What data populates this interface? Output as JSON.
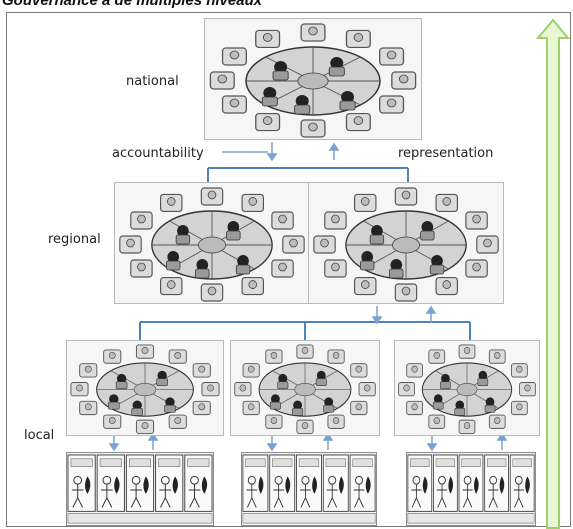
{
  "title": "Gouvernance à de multiples niveaux",
  "levels": {
    "national": "national",
    "regional": "regional",
    "local": "local"
  },
  "flows": {
    "accountability": "accountability",
    "representation": "representation"
  },
  "colors": {
    "connector": "#4f81bd",
    "big_arrow_fill": "#eaf7d4",
    "big_arrow_stroke": "#9bd06b"
  }
}
